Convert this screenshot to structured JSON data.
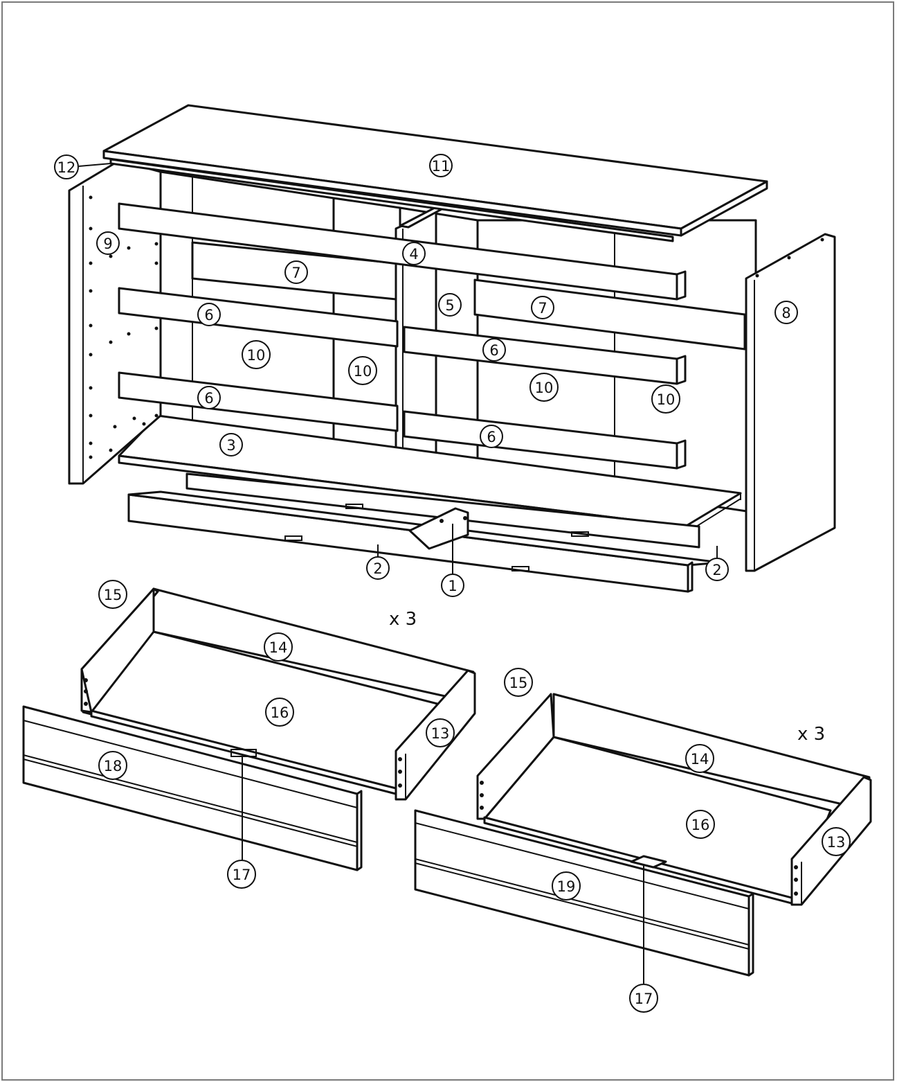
{
  "colors": {
    "line": "#111111",
    "paper": "#ffffff",
    "frame": "#7a7a7a"
  },
  "labels": {
    "p1": "1",
    "p2a": "2",
    "p2b": "2",
    "p3": "3",
    "p4": "4",
    "p5": "5",
    "p6a": "6",
    "p6b": "6",
    "p6c": "6",
    "p6d": "6",
    "p7a": "7",
    "p7b": "7",
    "p8": "8",
    "p9": "9",
    "p10a": "10",
    "p10b": "10",
    "p10c": "10",
    "p10d": "10",
    "p11": "11",
    "p12": "12",
    "p13a": "13",
    "p13b": "13",
    "p14a": "14",
    "p14b": "14",
    "p15a": "15",
    "p15b": "15",
    "p16a": "16",
    "p16b": "16",
    "p17a": "17",
    "p17b": "17",
    "p18": "18",
    "p19": "19"
  },
  "quantities": {
    "left_drawer": "x 3",
    "right_drawer": "x 3"
  }
}
